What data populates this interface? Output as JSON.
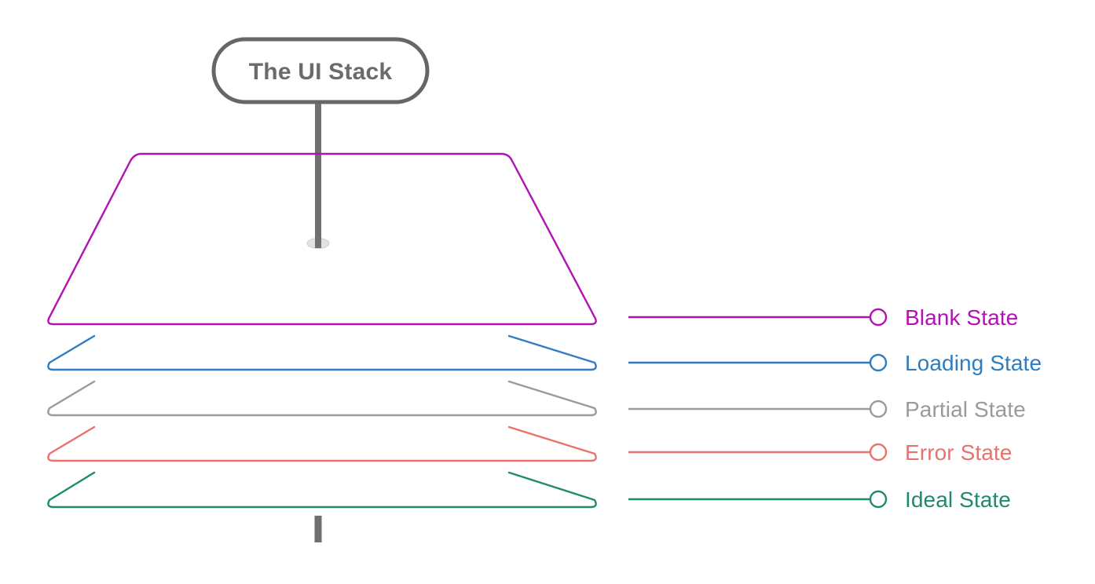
{
  "diagram": {
    "title_pill": {
      "label": "The UI Stack",
      "stroke_color": "#666666",
      "text_color": "#6b6b6b"
    },
    "pole": {
      "color": "#707070",
      "base_ellipse_color": "#d8d8d8"
    },
    "background_color": "#ffffff",
    "layers": [
      {
        "id": "blank",
        "label": "Blank State",
        "color": "#b312b3",
        "marker": "hollow-circle",
        "shape": "tall-trapezoid"
      },
      {
        "id": "loading",
        "label": "Loading State",
        "color": "#2f7cc0",
        "marker": "hollow-circle",
        "shape": "thin-trapezoid"
      },
      {
        "id": "partial",
        "label": "Partial State",
        "color": "#9a9a9a",
        "marker": "hollow-circle",
        "shape": "thin-trapezoid"
      },
      {
        "id": "error",
        "label": "Error State",
        "color": "#e8726c",
        "marker": "hollow-circle",
        "shape": "thin-trapezoid"
      },
      {
        "id": "ideal",
        "label": "Ideal State",
        "color": "#1f8a70",
        "marker": "hollow-circle",
        "shape": "thin-trapezoid"
      }
    ]
  }
}
